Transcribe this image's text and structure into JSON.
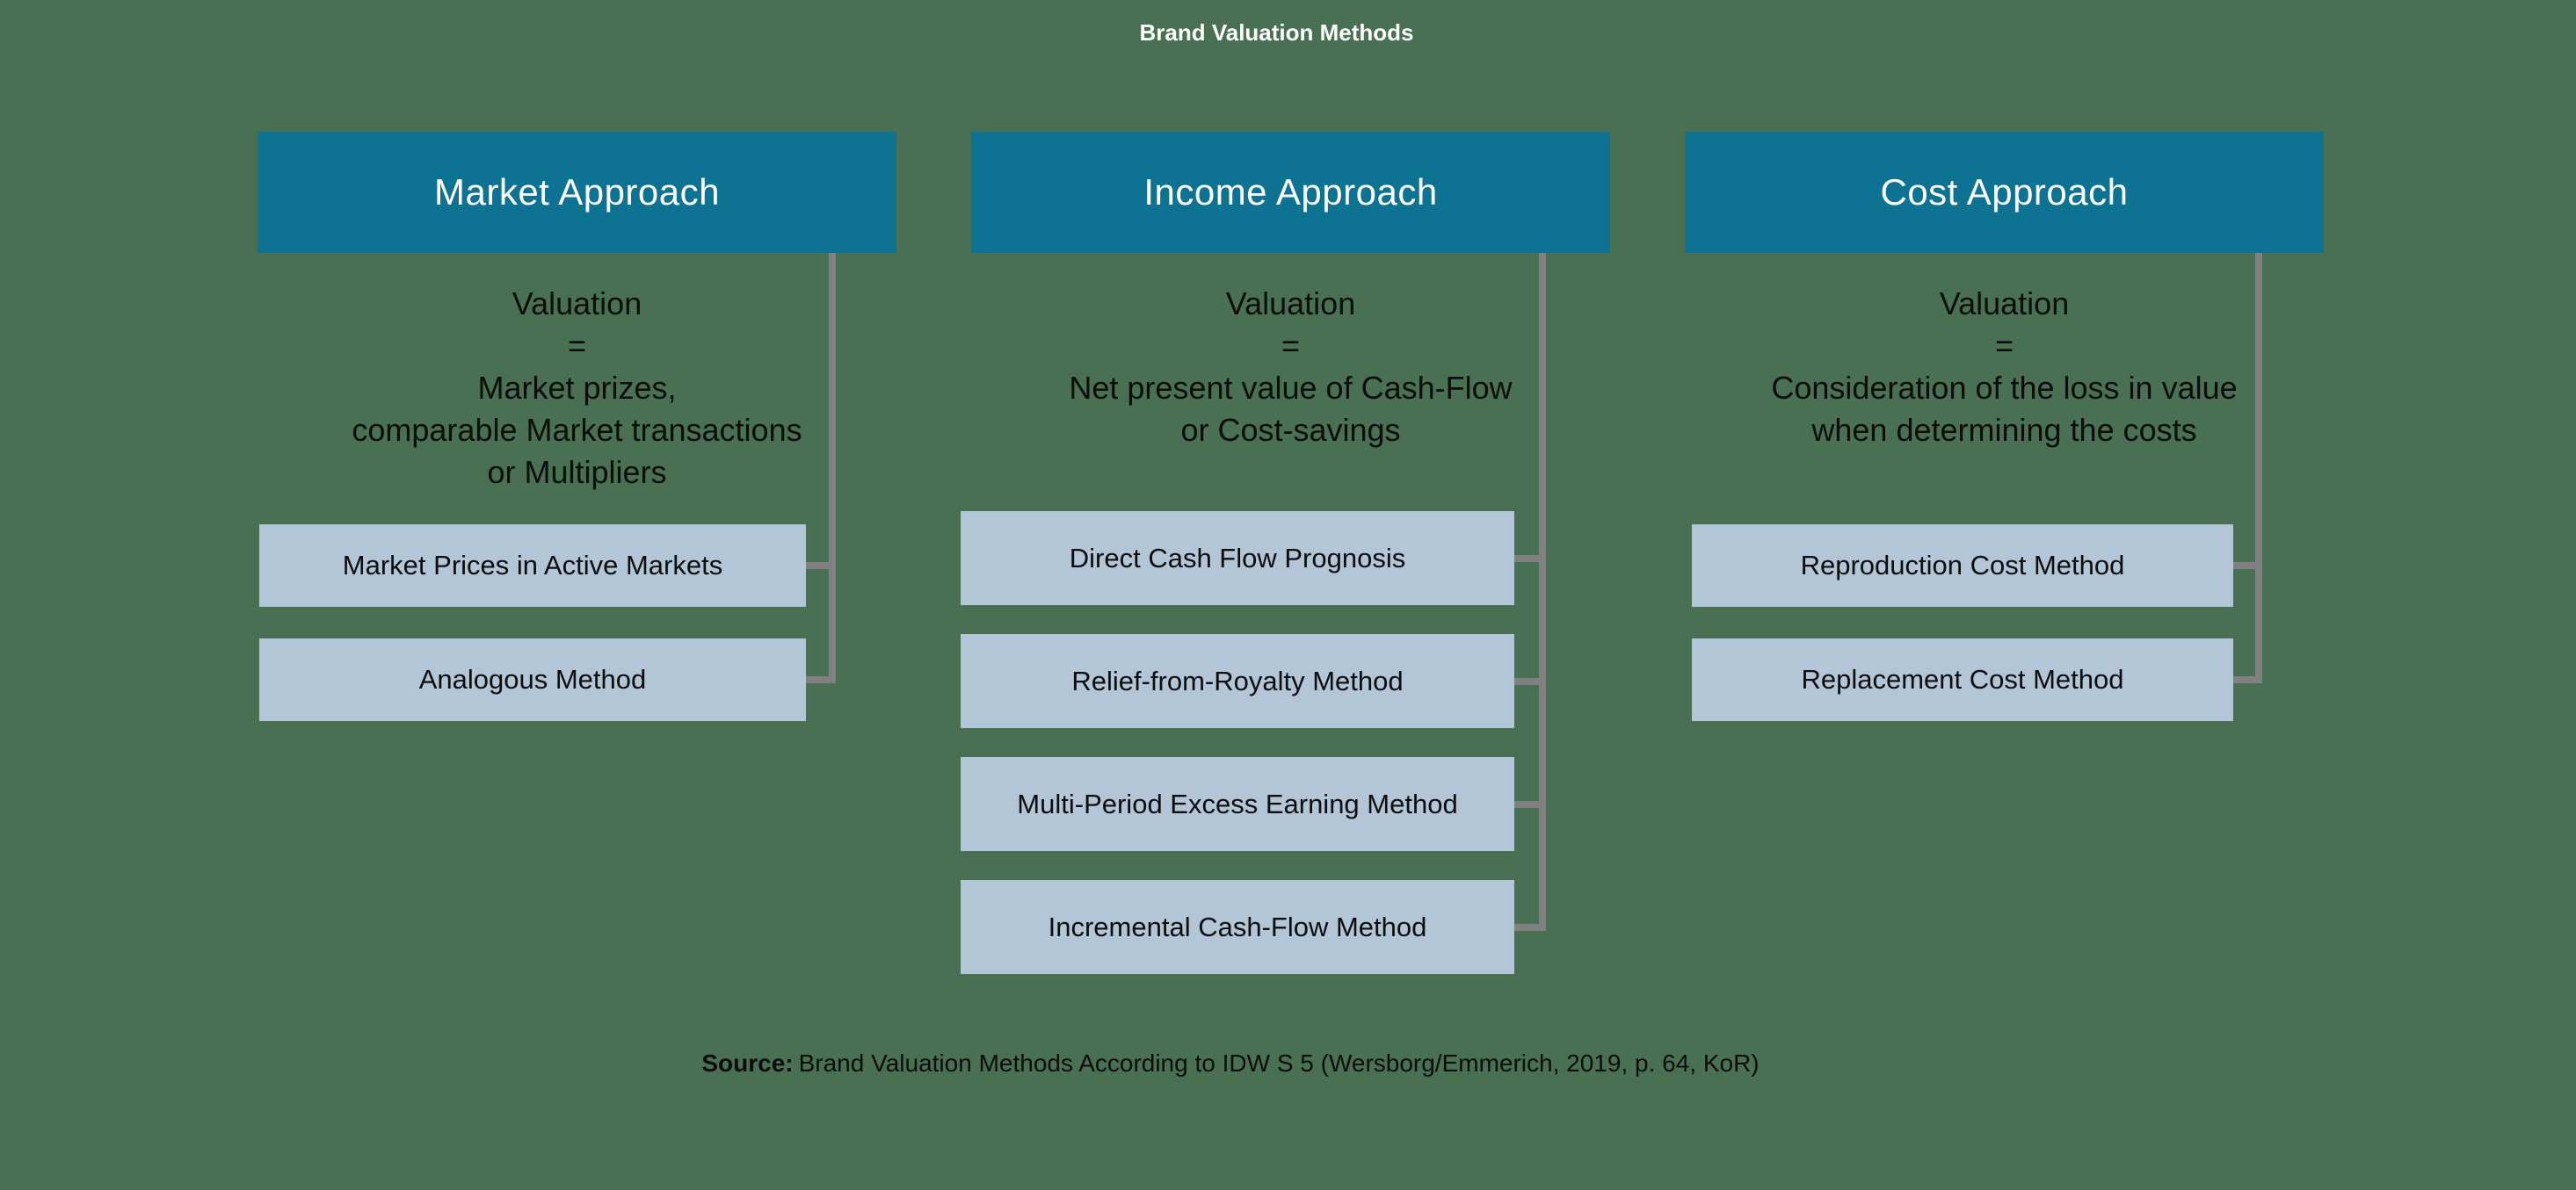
{
  "title": "Brand Valuation Methods",
  "colors": {
    "background": "#497052",
    "header": "#0e7392",
    "box": "#b3c6d8",
    "connector": "#808080",
    "text_dark": "#0d0d0d",
    "text_light": "#ffffff"
  },
  "columns": [
    {
      "id": "market",
      "header": "Market Approach",
      "description_lines": [
        "Valuation",
        "=",
        "Market prizes,",
        "comparable Market transactions",
        "or Multipliers"
      ],
      "methods": [
        "Market Prices in Active Markets",
        "Analogous Method"
      ]
    },
    {
      "id": "income",
      "header": "Income Approach",
      "description_lines": [
        "Valuation",
        "=",
        "Net present value of Cash-Flow",
        "or Cost-savings"
      ],
      "methods": [
        "Direct Cash Flow Prognosis",
        "Relief-from-Royalty Method",
        "Multi-Period Excess Earning Method",
        "Incremental Cash-Flow Method"
      ]
    },
    {
      "id": "cost",
      "header": "Cost Approach",
      "description_lines": [
        "Valuation",
        "=",
        "Consideration of the loss in value",
        "when determining the costs"
      ],
      "methods": [
        "Reproduction Cost Method",
        "Replacement Cost Method"
      ]
    }
  ],
  "source": {
    "label": "Source:",
    "text": "Brand Valuation Methods According to IDW S 5 (Wersborg/Emmerich, 2019, p. 64, KoR)"
  }
}
